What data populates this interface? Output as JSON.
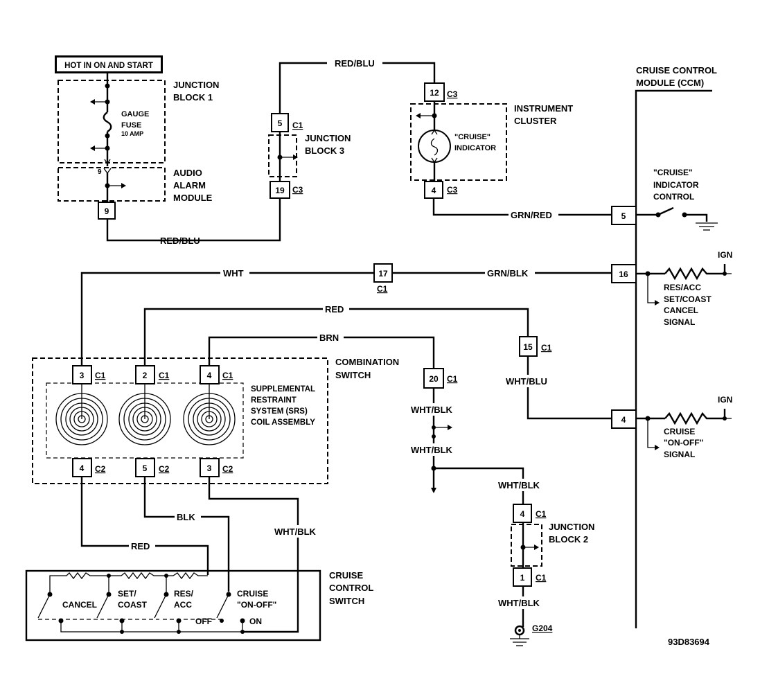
{
  "header_box": "HOT IN ON AND START",
  "junction_block_1": {
    "line1": "JUNCTION",
    "line2": "BLOCK 1"
  },
  "gauge_fuse": {
    "line1": "GAUGE",
    "line2": "FUSE",
    "line3": "10 AMP"
  },
  "audio_alarm_module": {
    "line1": "AUDIO",
    "line2": "ALARM",
    "line3": "MODULE",
    "pin_inner": "9",
    "pin": "9"
  },
  "junction_block_3": {
    "line1": "JUNCTION",
    "line2": "BLOCK 3",
    "pin_top": "5",
    "conn_top": "C1",
    "pin_bottom": "19",
    "conn_bottom": "C3"
  },
  "instrument_cluster": {
    "line1": "INSTRUMENT",
    "line2": "CLUSTER",
    "indicator_line1": "\"CRUISE\"",
    "indicator_line2": "INDICATOR",
    "pin_top": "12",
    "conn_top": "C3",
    "pin_bottom": "4",
    "conn_bottom": "C3"
  },
  "ccm": {
    "line1": "CRUISE CONTROL",
    "line2": "MODULE (CCM)",
    "pin_5": "5",
    "pin_16": "16",
    "pin_4": "4"
  },
  "cruise_indicator_control": {
    "line1": "\"CRUISE\"",
    "line2": "INDICATOR",
    "line3": "CONTROL"
  },
  "res_acc_signal": {
    "line1": "RES/ACC",
    "line2": "SET/COAST",
    "line3": "CANCEL",
    "line4": "SIGNAL",
    "ign": "IGN"
  },
  "cruise_on_off_signal": {
    "line1": "CRUISE",
    "line2": "\"ON-OFF\"",
    "line3": "SIGNAL",
    "ign": "IGN"
  },
  "wires": {
    "red_blu_top": "RED/BLU",
    "red_blu_bottom": "RED/BLU",
    "grn_red": "GRN/RED",
    "wht": "WHT",
    "grn_blk": "GRN/BLK",
    "red_top": "RED",
    "brn": "BRN",
    "wht_blu": "WHT/BLU",
    "wht_blk_1": "WHT/BLK",
    "wht_blk_2": "WHT/BLK",
    "wht_blk_3": "WHT/BLK",
    "wht_blk_4": "WHT/BLK",
    "wht_blk_5": "WHT/BLK",
    "blk": "BLK",
    "red_bottom": "RED"
  },
  "connector_17": {
    "pin": "17",
    "conn": "C1"
  },
  "connector_15": {
    "pin": "15",
    "conn": "C1"
  },
  "connector_20": {
    "pin": "20",
    "conn": "C1"
  },
  "combination_switch": {
    "line1": "COMBINATION",
    "line2": "SWITCH",
    "srs_line1": "SUPPLEMENTAL",
    "srs_line2": "RESTRAINT",
    "srs_line3": "SYSTEM (SRS)",
    "srs_line4": "COIL ASSEMBLY",
    "top_pins": [
      {
        "pin": "3",
        "conn": "C1"
      },
      {
        "pin": "2",
        "conn": "C1"
      },
      {
        "pin": "4",
        "conn": "C1"
      }
    ],
    "bottom_pins": [
      {
        "pin": "4",
        "conn": "C2"
      },
      {
        "pin": "5",
        "conn": "C2"
      },
      {
        "pin": "3",
        "conn": "C2"
      }
    ]
  },
  "junction_block_2": {
    "line1": "JUNCTION",
    "line2": "BLOCK 2",
    "pin_top": "4",
    "conn_top": "C1",
    "pin_bottom": "1",
    "conn_bottom": "C1"
  },
  "ground": {
    "label": "G204"
  },
  "cruise_control_switch": {
    "line1": "CRUISE",
    "line2": "CONTROL",
    "line3": "SWITCH",
    "cancel": "CANCEL",
    "set_line1": "SET/",
    "set_line2": "COAST",
    "res_line1": "RES/",
    "res_line2": "ACC",
    "cruise_line1": "CRUISE",
    "cruise_line2": "\"ON-OFF\"",
    "off": "OFF",
    "on": "ON"
  },
  "figure_id": "93D83694"
}
